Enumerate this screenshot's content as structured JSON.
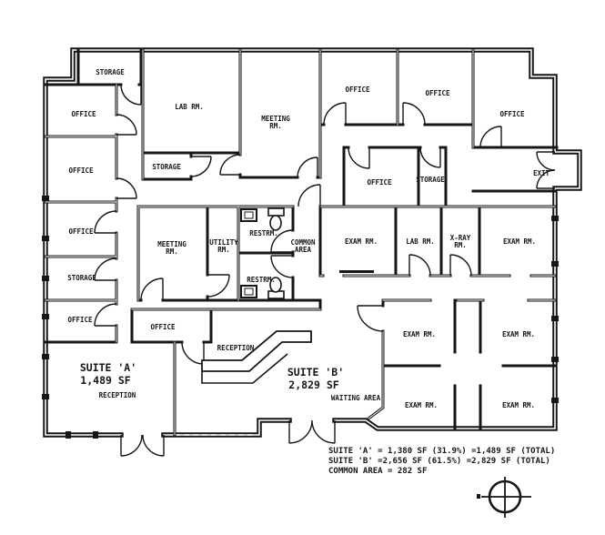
{
  "ink": "#161616",
  "paper": "#ffffff",
  "suite_a": {
    "title": "SUITE 'A'",
    "area": "1,489 SF",
    "reception": "RECEPTION"
  },
  "suite_b": {
    "title": "SUITE 'B'",
    "area": "2,829 SF",
    "reception": "RECEPTION",
    "waiting": "WAITING AREA"
  },
  "rooms": {
    "storage_top_left": "STORAGE",
    "office_left_1": "OFFICE",
    "office_left_2": "OFFICE",
    "office_left_3": "OFFICE",
    "storage_left": "STORAGE",
    "office_left_4": "OFFICE",
    "office_suite_a": "OFFICE",
    "lab_top": "LAB RM.",
    "storage_mid": "STORAGE",
    "meeting_top": {
      "l1": "MEETING",
      "l2": "RM."
    },
    "office_top_1": "OFFICE",
    "office_top_2": "OFFICE",
    "office_top_3": "OFFICE",
    "office_center": "OFFICE",
    "storage_center": "STORAGE",
    "exit": "EXIT",
    "meeting_mid": {
      "l1": "MEETING",
      "l2": "RM."
    },
    "utility": {
      "l1": "UTILITY",
      "l2": "RM."
    },
    "restroom_top": "RESTRM.",
    "restroom_bottom": "RESTRM.",
    "common_area": {
      "l1": "COMMON",
      "l2": "AREA"
    },
    "exam_mid_left": "EXAM RM.",
    "lab_mid": "LAB RM.",
    "xray": {
      "l1": "X-RAY",
      "l2": "RM."
    },
    "exam_mid_right": "EXAM RM.",
    "exam_br_1": "EXAM RM.",
    "exam_br_2": "EXAM RM.",
    "exam_br_3": "EXAM RM.",
    "exam_br_4": "EXAM RM."
  },
  "summary": {
    "line1": "SUITE 'A' = 1,380 SF (31.9%) =1,489 SF (TOTAL)",
    "line2": "SUITE 'B' =2,656 SF (61.5%) =2,829 SF (TOTAL)",
    "line3": "COMMON AREA = 282 SF"
  }
}
